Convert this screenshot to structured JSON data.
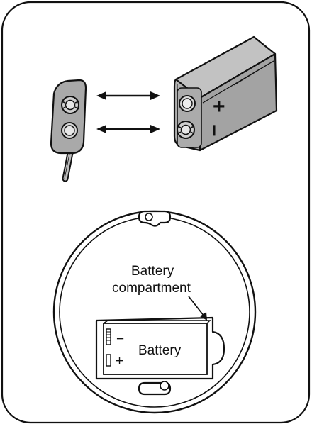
{
  "diagram": {
    "battery_polarity": {
      "plus": "+",
      "minus": "−"
    },
    "callout": {
      "line1": "Battery",
      "line2": "compartment"
    },
    "compartment": {
      "label": "Battery",
      "minus": "−",
      "plus": "+"
    }
  },
  "colors": {
    "outline": "#111111",
    "battery_fill": "#a9a9a9",
    "battery_top": "#c2c2c2",
    "terminal": "#d8d8d8",
    "background": "#ffffff"
  }
}
